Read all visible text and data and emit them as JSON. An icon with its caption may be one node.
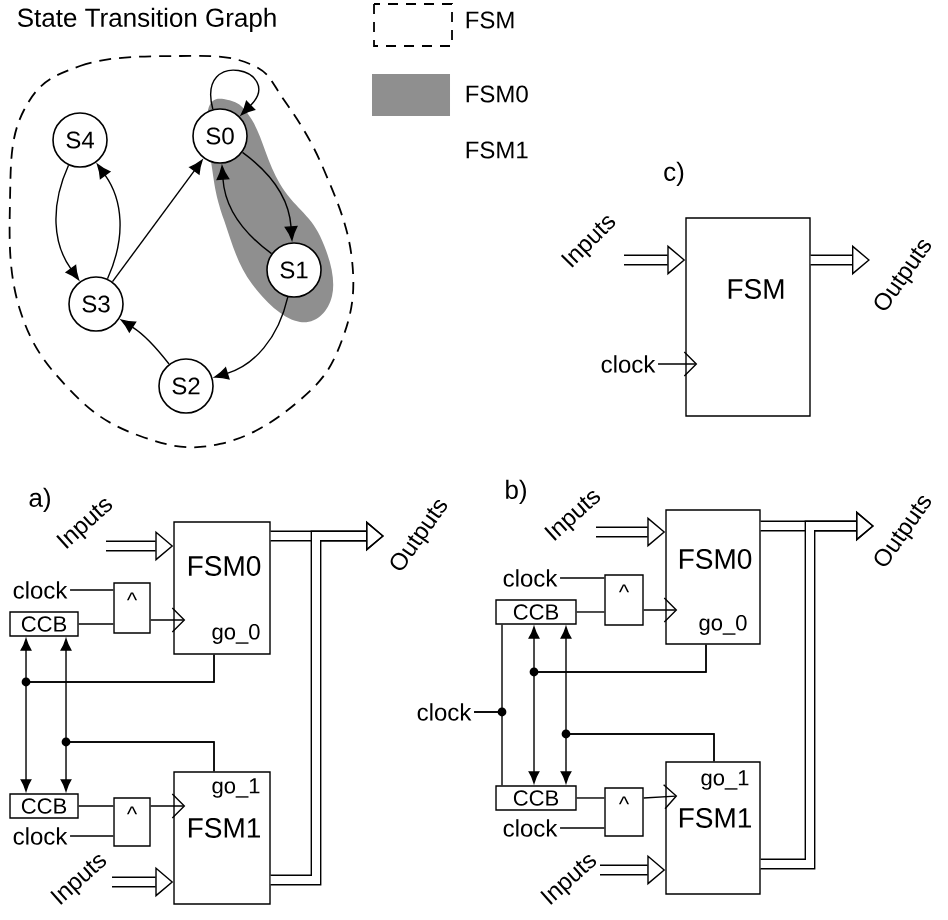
{
  "diagram": {
    "title": "State Transition Graph",
    "nodes": [
      {
        "text": [
          "S0"
        ]
      },
      {
        "text": [
          "S1"
        ]
      },
      {
        "text": [
          "S2"
        ]
      },
      {
        "text": [
          "S3"
        ]
      },
      {
        "text": [
          "S4"
        ]
      },
      {
        "text": [
          "Inputs"
        ]
      },
      {
        "text": [
          "FSM"
        ]
      },
      {
        "text": [
          "Outputs"
        ]
      },
      {
        "text": [
          "clock"
        ]
      },
      {
        "text": [
          "Inputs"
        ]
      },
      {
        "text": [
          "FSM0",
          "go_0"
        ]
      },
      {
        "text": [
          "Outputs"
        ]
      },
      {
        "text": [
          "clock"
        ]
      },
      {
        "text": [
          "^"
        ]
      },
      {
        "text": [
          "CCB"
        ]
      },
      {
        "text": [
          "CCB"
        ]
      },
      {
        "text": [
          "^"
        ]
      },
      {
        "text": [
          "go_1",
          "FSM1"
        ]
      },
      {
        "text": [
          "clock"
        ]
      },
      {
        "text": [
          "Inputs"
        ]
      },
      {
        "text": [
          "Inputs"
        ]
      },
      {
        "text": [
          "FSM0",
          "go_0"
        ]
      },
      {
        "text": [
          "Outputs"
        ]
      },
      {
        "text": [
          "clock"
        ]
      },
      {
        "text": [
          "^"
        ]
      },
      {
        "text": [
          "CCB"
        ]
      },
      {
        "text": [
          "clock"
        ]
      },
      {
        "text": [
          "CCB"
        ]
      },
      {
        "text": [
          "^"
        ]
      },
      {
        "text": [
          "go_1",
          "FSM1"
        ]
      },
      {
        "text": [
          "clock"
        ]
      },
      {
        "text": [
          "Inputs"
        ]
      }
    ],
    "edges": [
      {
        "from": 0,
        "to": 0,
        "arrow": "to"
      },
      {
        "from": 0,
        "to": 1,
        "arrow": "to"
      },
      {
        "from": 1,
        "to": 0,
        "arrow": "to"
      },
      {
        "from": 1,
        "to": 2,
        "arrow": "to"
      },
      {
        "from": 2,
        "to": 3,
        "arrow": "to"
      },
      {
        "from": 3,
        "to": 0,
        "arrow": "to"
      },
      {
        "from": 4,
        "to": 3,
        "arrow": "to"
      },
      {
        "from": 3,
        "to": 4,
        "arrow": "to"
      },
      {
        "from": 5,
        "to": 6,
        "arrow": "to",
        "style": "thick"
      },
      {
        "from": 6,
        "to": 7,
        "arrow": "to",
        "style": "thick"
      },
      {
        "from": 8,
        "to": 6,
        "arrow": "to"
      },
      {
        "from": 9,
        "to": 10,
        "arrow": "to",
        "style": "thick"
      },
      {
        "from": 10,
        "to": 11,
        "arrow": "to",
        "style": "thick"
      },
      {
        "from": 17,
        "to": 11,
        "arrow": "to",
        "style": "thick"
      },
      {
        "from": 12,
        "to": 13,
        "arrow": "none"
      },
      {
        "from": 14,
        "to": 13,
        "arrow": "none"
      },
      {
        "from": 13,
        "to": 10,
        "arrow": "to"
      },
      {
        "from": 10,
        "to": 14,
        "arrow": "to"
      },
      {
        "from": 10,
        "to": 15,
        "arrow": "to"
      },
      {
        "from": 17,
        "to": 14,
        "arrow": "to"
      },
      {
        "from": 17,
        "to": 15,
        "arrow": "to"
      },
      {
        "from": 15,
        "to": 16,
        "arrow": "none"
      },
      {
        "from": 18,
        "to": 16,
        "arrow": "none"
      },
      {
        "from": 16,
        "to": 17,
        "arrow": "to"
      },
      {
        "from": 19,
        "to": 17,
        "arrow": "to",
        "style": "thick"
      },
      {
        "from": 20,
        "to": 21,
        "arrow": "to",
        "style": "thick"
      },
      {
        "from": 21,
        "to": 22,
        "arrow": "to",
        "style": "thick"
      },
      {
        "from": 29,
        "to": 22,
        "arrow": "to",
        "style": "thick"
      },
      {
        "from": 23,
        "to": 24,
        "arrow": "none"
      },
      {
        "from": 25,
        "to": 24,
        "arrow": "none"
      },
      {
        "from": 24,
        "to": 21,
        "arrow": "to"
      },
      {
        "from": 21,
        "to": 25,
        "arrow": "to"
      },
      {
        "from": 21,
        "to": 27,
        "arrow": "to"
      },
      {
        "from": 29,
        "to": 25,
        "arrow": "to"
      },
      {
        "from": 29,
        "to": 27,
        "arrow": "to"
      },
      {
        "from": 26,
        "to": 25,
        "arrow": "none"
      },
      {
        "from": 26,
        "to": 27,
        "arrow": "none"
      },
      {
        "from": 27,
        "to": 28,
        "arrow": "none"
      },
      {
        "from": 30,
        "to": 28,
        "arrow": "none"
      },
      {
        "from": 28,
        "to": 29,
        "arrow": "to"
      },
      {
        "from": 31,
        "to": 29,
        "arrow": "to",
        "style": "thick"
      }
    ],
    "labels": [
      "c)",
      "a)",
      "b)"
    ],
    "legend": [
      {
        "text": "FSM"
      },
      {
        "text": "FSM0",
        "color": "#8f8f8f"
      },
      {
        "text": "FSM1"
      }
    ]
  }
}
